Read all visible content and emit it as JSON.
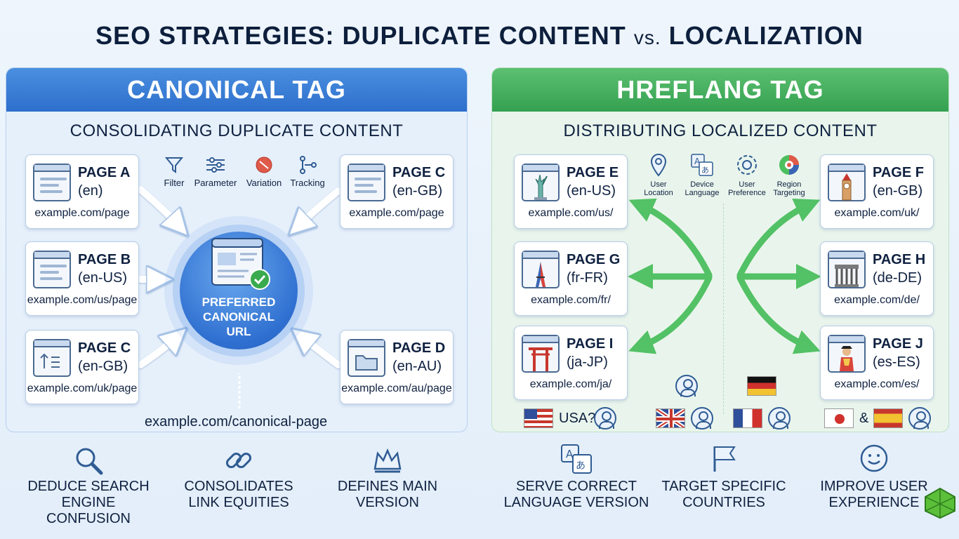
{
  "title": {
    "part1": "SEO STRATEGIES: DUPLICATE CONTENT",
    "vs": "vs.",
    "part2": "LOCALIZATION"
  },
  "canonical": {
    "header": "CANONICAL TAG",
    "subtitle": "CONSOLIDATING DUPLICATE CONTENT",
    "pages": [
      {
        "name": "PAGE A",
        "lang": "(en)",
        "url": "example.com/page",
        "icon": "webpage-icon"
      },
      {
        "name": "PAGE B",
        "lang": "(en-US)",
        "url": "example.com/us/page",
        "icon": "webpage-icon"
      },
      {
        "name": "PAGE C",
        "lang": "(en-GB)",
        "url": "example.com/uk/page",
        "icon": "sort-list-icon"
      },
      {
        "name": "PAGE C",
        "lang": "(en-GB)",
        "url": "example.com/page",
        "icon": "webpage-icon"
      },
      {
        "name": "PAGE D",
        "lang": "(en-AU)",
        "url": "example.com/au/page",
        "icon": "folder-icon"
      }
    ],
    "params": [
      {
        "label": "Filter",
        "icon": "filter-icon"
      },
      {
        "label": "Parameter",
        "icon": "sliders-icon"
      },
      {
        "label": "Variation",
        "icon": "variation-icon"
      },
      {
        "label": "Tracking",
        "icon": "tracking-icon"
      }
    ],
    "hub_lines": [
      "PREFERRED",
      "CANONICAL",
      "URL"
    ],
    "canonical_url": "example.com/canonical-page",
    "benefits": [
      {
        "lines": [
          "DEDUCE SEARCH",
          "ENGINE CONFUSION"
        ],
        "icon": "magnifier-icon"
      },
      {
        "lines": [
          "CONSOLIDATES",
          "LINK EQUITIES"
        ],
        "icon": "link-icon"
      },
      {
        "lines": [
          "DEFINES MAIN",
          "VERSION"
        ],
        "icon": "crown-icon"
      }
    ]
  },
  "hreflang": {
    "header": "HREFLANG TAG",
    "subtitle": "DISTRIBUTING LOCALIZED CONTENT",
    "pages": [
      {
        "name": "PAGE E",
        "lang": "(en-US)",
        "url": "example.com/us/",
        "icon": "statue-of-liberty-icon"
      },
      {
        "name": "PAGE G",
        "lang": "(fr-FR)",
        "url": "example.com/fr/",
        "icon": "eiffel-tower-icon"
      },
      {
        "name": "PAGE I",
        "lang": "(ja-JP)",
        "url": "example.com/ja/",
        "icon": "torii-gate-icon"
      },
      {
        "name": "PAGE F",
        "lang": "(en-GB)",
        "url": "example.com/uk/",
        "icon": "big-ben-icon"
      },
      {
        "name": "PAGE H",
        "lang": "(de-DE)",
        "url": "example.com/de/",
        "icon": "brandenburg-gate-icon"
      },
      {
        "name": "PAGE J",
        "lang": "(es-ES)",
        "url": "example.com/es/",
        "icon": "matador-icon"
      }
    ],
    "signals": [
      {
        "lines": [
          "User",
          "Location"
        ],
        "icon": "location-pin-icon"
      },
      {
        "lines": [
          "Device",
          "Language"
        ],
        "icon": "translate-icon"
      },
      {
        "lines": [
          "User",
          "Preference"
        ],
        "icon": "preference-gear-icon"
      },
      {
        "lines": [
          "Region",
          "Targeting"
        ],
        "icon": "target-icon"
      }
    ],
    "usa_label": "USA?",
    "amp": "&",
    "benefits": [
      {
        "lines": [
          "SERVE CORRECT",
          "LANGUAGE VERSION"
        ],
        "icon": "translate-icon"
      },
      {
        "lines": [
          "TARGET SPECIFIC",
          "COUNTRIES"
        ],
        "icon": "flag-icon"
      },
      {
        "lines": [
          "IMPROVE USER",
          "EXPERIENCE"
        ],
        "icon": "smiley-icon"
      }
    ]
  },
  "colors": {
    "canonical": "#2d6fcc",
    "hreflang": "#34a150",
    "arrow_green": "#4cbf5e",
    "arrow_white": "#ffffff"
  }
}
